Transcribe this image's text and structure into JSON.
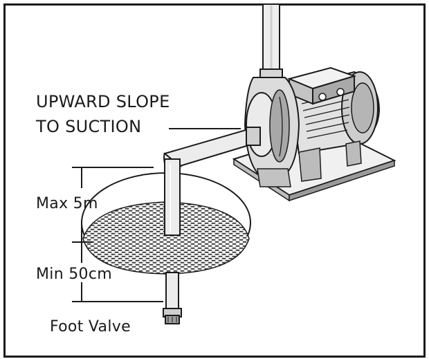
{
  "labels": {
    "upward_slope": "UPWARD SLOPE",
    "to_suction": "TO SUCTION",
    "max_depth": "Max 5m",
    "min_depth": "Min 50cm",
    "foot_valve": "Foot Valve"
  },
  "colors": {
    "line": "#1a1a1a",
    "fill_light": "#e6e6e6",
    "fill_mid": "#c8c8c8",
    "fill_dark": "#8a8a8a",
    "water": "#4a4a4a"
  }
}
